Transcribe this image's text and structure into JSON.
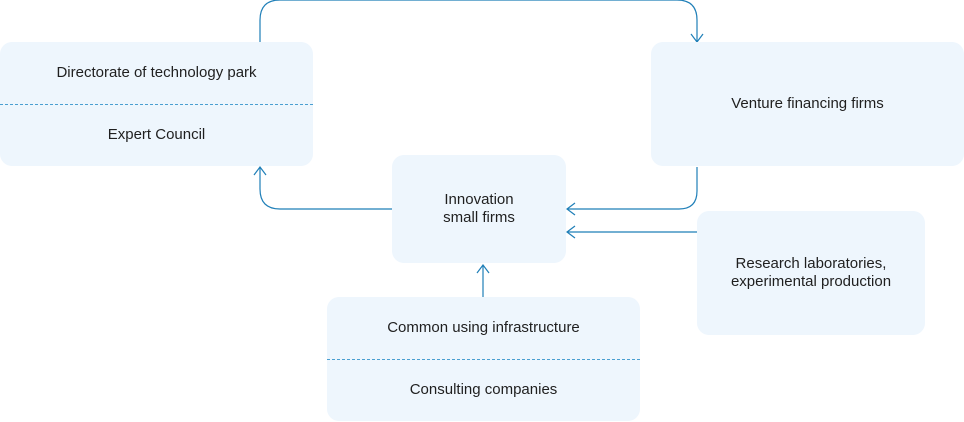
{
  "nodes": {
    "directorate": {
      "top_label": "Directorate of technology park",
      "bottom_label": "Expert Council"
    },
    "venture": {
      "label": "Venture financing firms"
    },
    "innovation": {
      "line1": "Innovation",
      "line2": "small firms"
    },
    "research": {
      "line1": "Research laboratories,",
      "line2": "experimental production"
    },
    "infrastructure": {
      "top_label": "Common using infrastructure",
      "bottom_label": "Consulting companies"
    }
  },
  "colors": {
    "box_fill": "#eef6fd",
    "connector": "#1f7fb8",
    "divider": "#4a9fd1",
    "text": "#1f1f1f"
  }
}
